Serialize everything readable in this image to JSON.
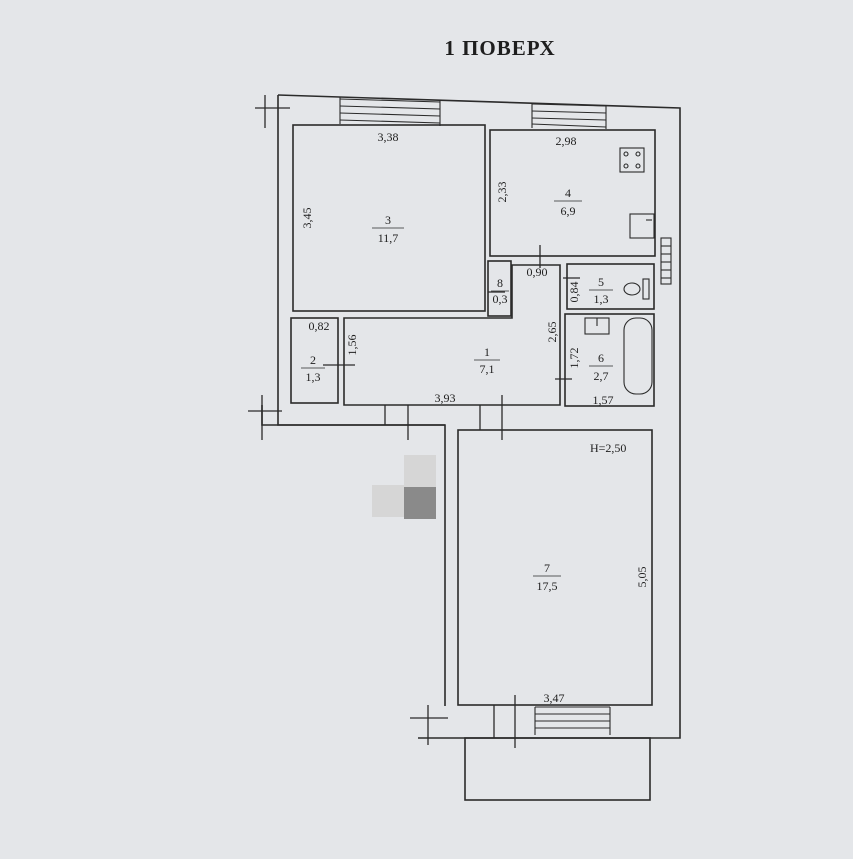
{
  "title": "1 ПОВЕРХ",
  "height_note": "H=2,50",
  "rooms": [
    {
      "id": "1",
      "num": "1",
      "area": "7,1"
    },
    {
      "id": "2",
      "num": "2",
      "area": "1,3"
    },
    {
      "id": "3",
      "num": "3",
      "area": "11,7"
    },
    {
      "id": "4",
      "num": "4",
      "area": "6,9"
    },
    {
      "id": "5",
      "num": "5",
      "area": "1,3"
    },
    {
      "id": "6",
      "num": "6",
      "area": "2,7"
    },
    {
      "id": "7",
      "num": "7",
      "area": "17,5"
    },
    {
      "id": "8",
      "num": "8",
      "area": "0,3"
    }
  ],
  "dimensions": {
    "r3_width": "3,38",
    "r3_height": "3,45",
    "r4_width": "2,98",
    "r4_height": "2,33",
    "r8_width": "0,90",
    "r5_width": "0,84",
    "r2_width": "0,82",
    "r2_height": "1,56",
    "r1_height": "2,65",
    "r6_height": "1,72",
    "r1_width": "3,93",
    "r6_width": "1,57",
    "r7_height": "5,05",
    "r7_width": "3,47"
  },
  "colors": {
    "paper": "#e4e6e9",
    "line": "#2b2b2b",
    "censor_light": "#d6d6d6",
    "censor_dark": "#8a8a8a"
  }
}
